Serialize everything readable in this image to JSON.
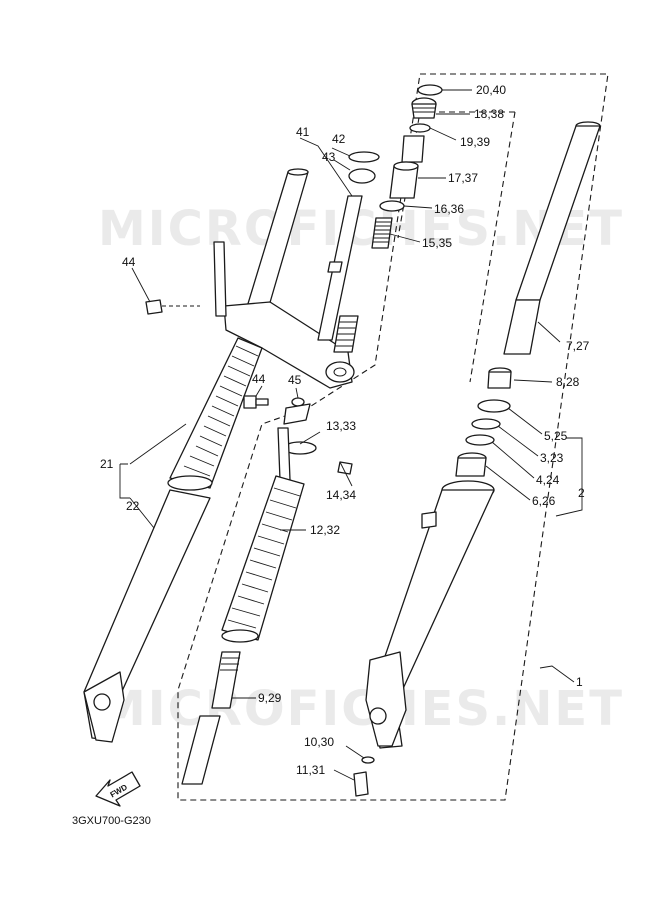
{
  "watermark": "MICROFICHES.NET",
  "diagram_code": "3GXU700-G230",
  "fwd_label": "FWD",
  "callouts": {
    "c20_40": "20,40",
    "c18_38": "18,38",
    "c19_39": "19,39",
    "c17_37": "17,37",
    "c16_36": "16,36",
    "c15_35": "15,35",
    "c41": "41",
    "c42": "42",
    "c43": "43",
    "c44a": "44",
    "c44b": "44",
    "c45": "45",
    "c7_27": "7,27",
    "c8_28": "8,28",
    "c5_25": "5,25",
    "c3_23": "3,23",
    "c4_24": "4,24",
    "c6_26": "6,26",
    "c2": "2",
    "c13_33": "13,33",
    "c14_34": "14,34",
    "c12_32": "12,32",
    "c21": "21",
    "c22": "22",
    "c9_29": "9,29",
    "c10_30": "10,30",
    "c11_31": "11,31",
    "c1": "1"
  }
}
